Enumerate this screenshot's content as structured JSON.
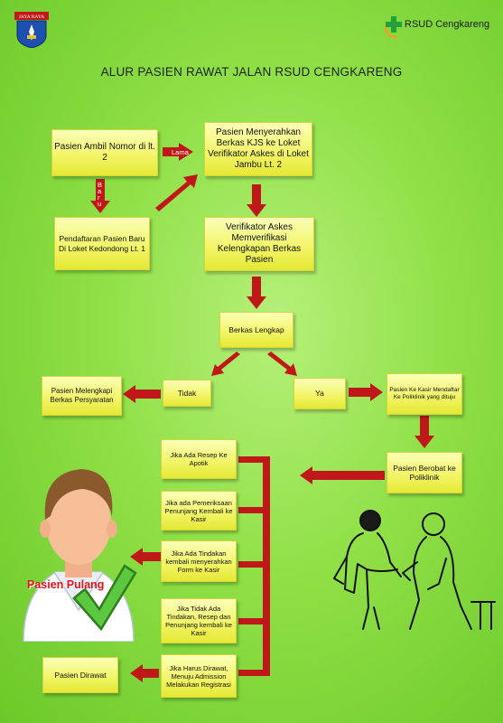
{
  "header": {
    "brand": "RSUD Cengkareng",
    "seal_text": "JAYA RAYA",
    "title": "ALUR PASIEN RAWAT JALAN RSUD CENGKARENG"
  },
  "nodes": {
    "ambil_nomor": "Pasien Ambil Nomor di lt. 2",
    "menyerahkan": "Pasien Menyerahkan Berkas KJS ke Loket Verifikator Askes di Loket Jambu Lt. 2",
    "pendaftaran": "Pendaftaran Pasien Baru Di Loket Kedondong Lt. 1",
    "verifikator": "Verifikator Askes Memverifikasi Kelengkapan Berkas Pasien",
    "berkas_lengkap": "Berkas Lengkap",
    "melengkapi": "Pasien Melengkapi Berkas Persyaratan",
    "tidak": "Tidak",
    "ya": "Ya",
    "kasir_daftar": "Pasien Ke Kasir  Mendaftar Ke Poliklinik yang dituju",
    "berobat": "Pasien Berobat ke Poliklinik",
    "resep": "Jika Ada Resep Ke Apotik",
    "pemeriksaan": "Jika ada Pemeriksaan Penunjang Kembali ke Kasir",
    "tindakan": "Jika Ada Tindakan kembali menyerahkan Form ke Kasir",
    "tidak_ada": "Jika Tidak Ada Tindakan, Resep dan Penunjang kembali ke Kasir",
    "dirawat_jika": "Jika Harus Dirawat, Menuju Admission Melakukan Registrasi",
    "dirawat": "Pasien Dirawat"
  },
  "labels": {
    "lama": "Lama",
    "baru": "Baru",
    "pulang": "Pasien Pulang"
  },
  "colors": {
    "background": "#8fe046",
    "box": "#f3f56a",
    "arrow": "#c01818",
    "pulang_text": "#e8101a"
  },
  "icons": [
    "jakarta-seal-icon",
    "hospital-cross-icon",
    "patient-avatar-icon",
    "checkmark-icon",
    "doctor-patient-illustration"
  ]
}
